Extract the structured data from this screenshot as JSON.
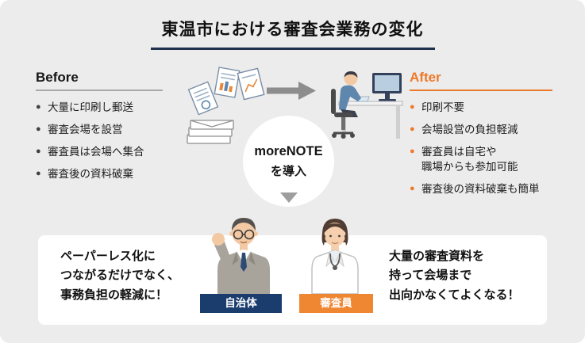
{
  "title": "東温市における審査会業務の変化",
  "before": {
    "label": "Before",
    "items": [
      "大量に印刷し郵送",
      "審査会場を設営",
      "審査員は会場へ集合",
      "審査後の資料破棄"
    ]
  },
  "after": {
    "label": "After",
    "items": [
      "印刷不要",
      "会場設営の負担軽減",
      "審査員は自宅や\n職場からも参加可能",
      "審査後の資料破棄も簡単"
    ]
  },
  "center": {
    "product": "moreNOTE",
    "action": "を導入"
  },
  "bottom": {
    "left_lines": [
      "ペーパーレス化に",
      "つながるだけでなく、",
      "事務負担の軽減に！"
    ],
    "right_lines": [
      "大量の審査資料を",
      "持って会場まで",
      "出向かなくてよくなる！"
    ],
    "badges": [
      {
        "label": "自治体",
        "color": "#1b3d6e"
      },
      {
        "label": "審査員",
        "color": "#ef8632"
      }
    ]
  },
  "colors": {
    "background": "#ececec",
    "accent_orange": "#ed7a2a",
    "navy": "#1b3d6e",
    "title_underline": "#20304f",
    "bullet_gray": "#3f3f3f"
  }
}
